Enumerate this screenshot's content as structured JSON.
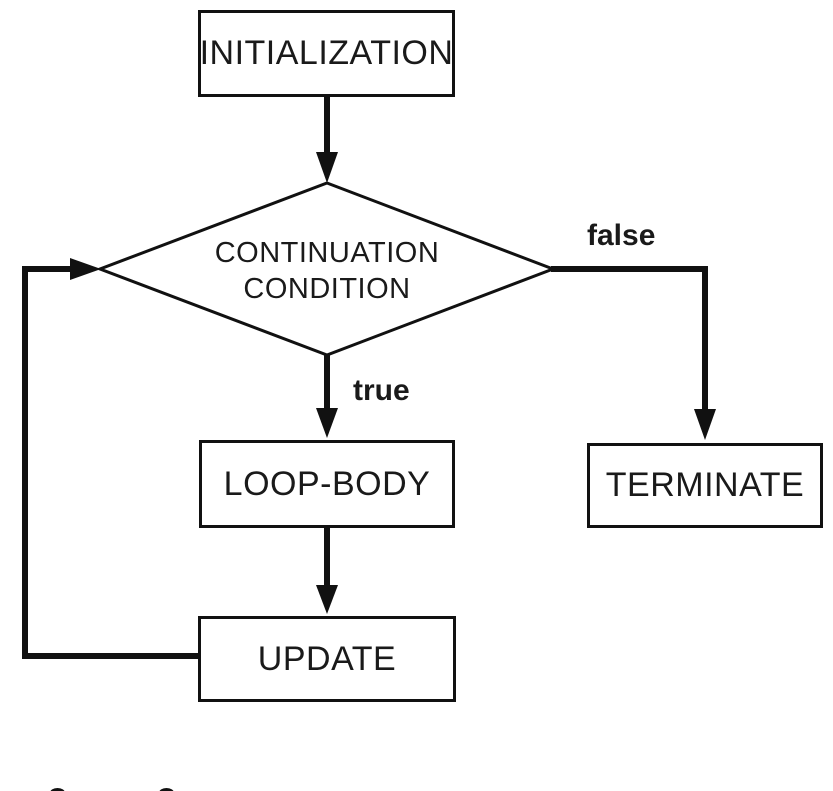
{
  "diagram": {
    "nodes": {
      "initialization": {
        "label": "INITIALIZATION"
      },
      "condition": {
        "line1": "CONTINUATION",
        "line2": "CONDITION"
      },
      "loop_body": {
        "label": "LOOP-BODY"
      },
      "terminate": {
        "label": "TERMINATE"
      },
      "update": {
        "label": "UPDATE"
      }
    },
    "edge_labels": {
      "true_branch": "true",
      "false_branch": "false"
    },
    "colors": {
      "line": "#111111",
      "text": "#1a1a1a",
      "node_fill": "#ffffff",
      "background": "#ffffff"
    }
  }
}
